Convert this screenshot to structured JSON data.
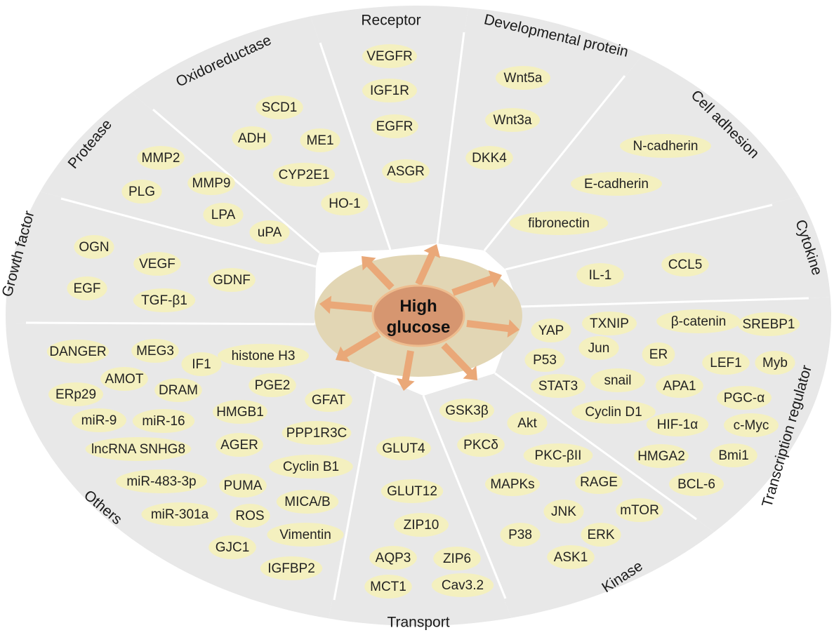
{
  "center": {
    "line1": "High",
    "line2": "glucose"
  },
  "colors": {
    "sector_fill": "#e8e8e8",
    "sector_stroke": "#ffffff",
    "node_fill": "#f4f0bf",
    "hub_fill": "#e2d6b4",
    "core_fill": "#d69670",
    "core_stroke": "#eebc8e",
    "arrow": "#eaa878"
  },
  "sectors": [
    {
      "id": "receptor",
      "label": "Receptor",
      "nodes": [
        "VEGFR",
        "IGF1R",
        "EGFR",
        "ASGR"
      ]
    },
    {
      "id": "developmental-protein",
      "label": "Developmental protein",
      "nodes": [
        "Wnt5a",
        "Wnt3a",
        "DKK4"
      ]
    },
    {
      "id": "cell-adhesion",
      "label": "Cell adhesion",
      "nodes": [
        "N-cadherin",
        "E-cadherin",
        "fibronectin"
      ]
    },
    {
      "id": "cytokine",
      "label": "Cytokine",
      "nodes": [
        "CCL5",
        "IL-1"
      ]
    },
    {
      "id": "transcription-regulator",
      "label": "Transcription regulator",
      "nodes": [
        "YAP",
        "TXNIP",
        "β-catenin",
        "SREBP1",
        "Jun",
        "P53",
        "ER",
        "LEF1",
        "Myb",
        "STAT3",
        "snail",
        "APA1",
        "PGC-α",
        "Cyclin D1",
        "HIF-1α",
        "c-Myc",
        "HMGA2",
        "Bmi1",
        "BCL-6"
      ]
    },
    {
      "id": "kinase",
      "label": "Kinase",
      "nodes": [
        "GSK3β",
        "Akt",
        "PKCδ",
        "PKC-βII",
        "MAPKs",
        "RAGE",
        "JNK",
        "mTOR",
        "P38",
        "ERK",
        "ASK1"
      ]
    },
    {
      "id": "transport",
      "label": "Transport",
      "nodes": [
        "GLUT4",
        "GLUT12",
        "ZIP10",
        "AQP3",
        "ZIP6",
        "MCT1",
        "Cav3.2"
      ]
    },
    {
      "id": "others",
      "label": "Others",
      "nodes": [
        "DANGER",
        "MEG3",
        "IF1",
        "histone H3",
        "AMOT",
        "ERp29",
        "DRAM",
        "PGE2",
        "GFAT",
        "miR-9",
        "miR-16",
        "HMGB1",
        "PPP1R3C",
        "lncRNA SNHG8",
        "AGER",
        "Cyclin B1",
        "miR-483-3p",
        "PUMA",
        "MICA/B",
        "miR-301a",
        "ROS",
        "Vimentin",
        "GJC1",
        "IGFBP2"
      ]
    },
    {
      "id": "growth-factor",
      "label": "Growth factor",
      "nodes": [
        "OGN",
        "VEGF",
        "GDNF",
        "EGF",
        "TGF-β1"
      ]
    },
    {
      "id": "protease",
      "label": "Protease",
      "nodes": [
        "MMP2",
        "PLG",
        "MMP9",
        "LPA",
        "uPA"
      ]
    },
    {
      "id": "oxidoreductase",
      "label": "Oxidoreductase",
      "nodes": [
        "SCD1",
        "ADH",
        "ME1",
        "CYP2E1",
        "HO-1"
      ]
    }
  ]
}
